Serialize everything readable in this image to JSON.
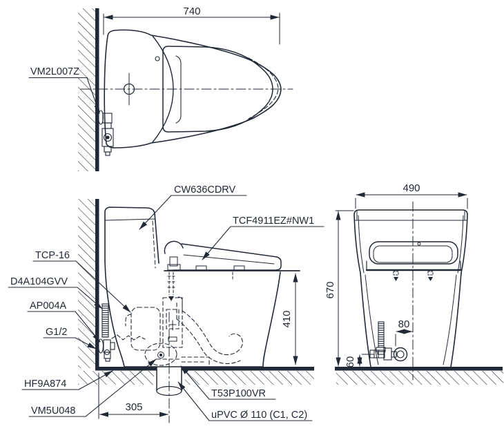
{
  "title": "Toilet installation technical drawing",
  "colors": {
    "line": "#222936",
    "background": "#ffffff"
  },
  "top_view": {
    "dimension_width": "740",
    "labels": {
      "supply_hose": "VM2L007Z"
    }
  },
  "side_view": {
    "labels": {
      "toilet_body": "CW636CDRV",
      "washlet_seat": "TCF4911EZ#NW1",
      "fill_connector": "TCP-16",
      "supply_pipe": "D4A104GVV",
      "angle_valve": "AP004A",
      "thread_size": "G1/2",
      "floor_seal": "HF9A874",
      "outlet_seal": "VM5U048",
      "flange_kit": "T53P100VR",
      "drain_pipe": "uPVC Ø 110 (C1, C2)"
    },
    "dimensions": {
      "seat_height": "410",
      "rough_in": "305"
    }
  },
  "front_view": {
    "dimensions": {
      "width": "490",
      "height": "670",
      "valve_offset": "80",
      "valve_height": "60"
    }
  }
}
